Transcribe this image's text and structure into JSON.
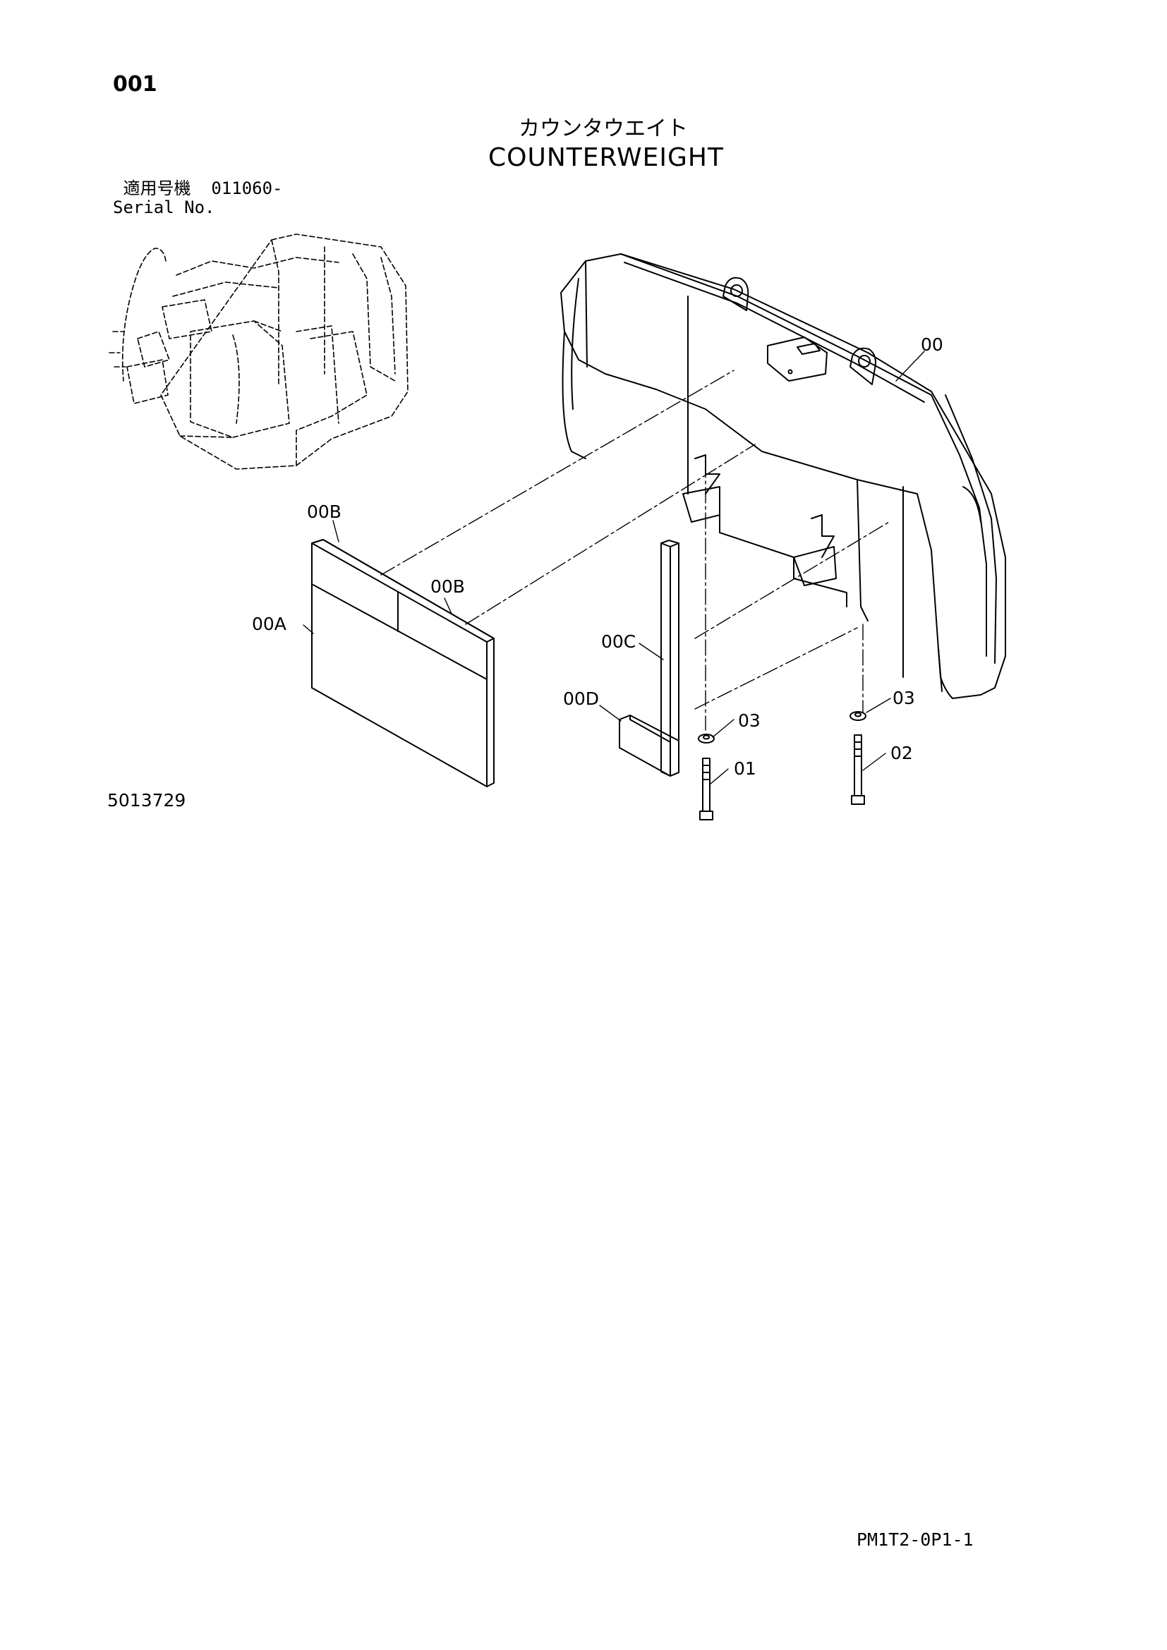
{
  "header": {
    "page_number": "001",
    "title_jp": "カウンタウエイト",
    "title_en": "COUNTERWEIGHT"
  },
  "serial": {
    "label_jp": "適用号機",
    "range": "011060-",
    "label_en": "Serial No."
  },
  "callouts": {
    "counterweight": "00",
    "weight_plate_a": "00A",
    "weight_plate_b_top": "00B",
    "weight_plate_b_side": "00B",
    "weight_bar_c": "00C",
    "weight_block_d": "00D",
    "bolt_1": "01",
    "bolt_2": "02",
    "washer_left": "03",
    "washer_right": "03"
  },
  "illustration_number": "5013729",
  "footer": {
    "page_code": "PM1T2-0P1-1"
  }
}
